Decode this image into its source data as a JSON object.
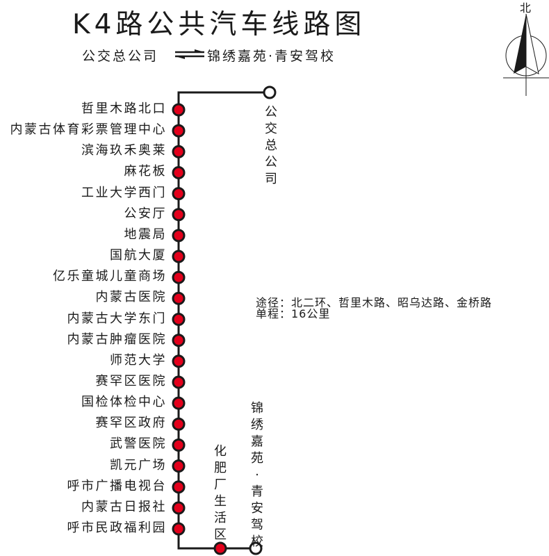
{
  "header": {
    "title": "K4路公共汽车线路图",
    "direction_from": "公交总公司",
    "direction_to": "锦绣嘉苑·青安驾校",
    "direction_icon": "two-way-arrows-icon"
  },
  "compass": {
    "label": "北",
    "icon": "north-arrow-icon"
  },
  "route": {
    "line_color": "#1a1a1a",
    "stop_color": "#e3001b",
    "terminal_color": "#ffffff",
    "start_terminal": "公交总公司",
    "end_terminal": "锦绣嘉苑·青安驾校",
    "stops": [
      {
        "name": "哲里木路北口"
      },
      {
        "name": "内蒙古体育彩票管理中心"
      },
      {
        "name": "滨海玖禾奥莱"
      },
      {
        "name": "麻花板"
      },
      {
        "name": "工业大学西门"
      },
      {
        "name": "公安厅"
      },
      {
        "name": "地震局"
      },
      {
        "name": "国航大厦"
      },
      {
        "name": "亿乐童城儿童商场"
      },
      {
        "name": "内蒙古医院"
      },
      {
        "name": "内蒙古大学东门"
      },
      {
        "name": "内蒙古肿瘤医院"
      },
      {
        "name": "师范大学"
      },
      {
        "name": "赛罕区医院"
      },
      {
        "name": "国检体检中心"
      },
      {
        "name": "赛罕区政府"
      },
      {
        "name": "武警医院"
      },
      {
        "name": "凯元广场"
      },
      {
        "name": "呼市广播电视台"
      },
      {
        "name": "内蒙古日报社"
      },
      {
        "name": "呼市民政福利园"
      },
      {
        "name": "化肥厂生活区"
      }
    ]
  },
  "info": {
    "via": "途径：北二环、哲里木路、昭乌达路、金桥路",
    "length": "单程：16公里"
  }
}
